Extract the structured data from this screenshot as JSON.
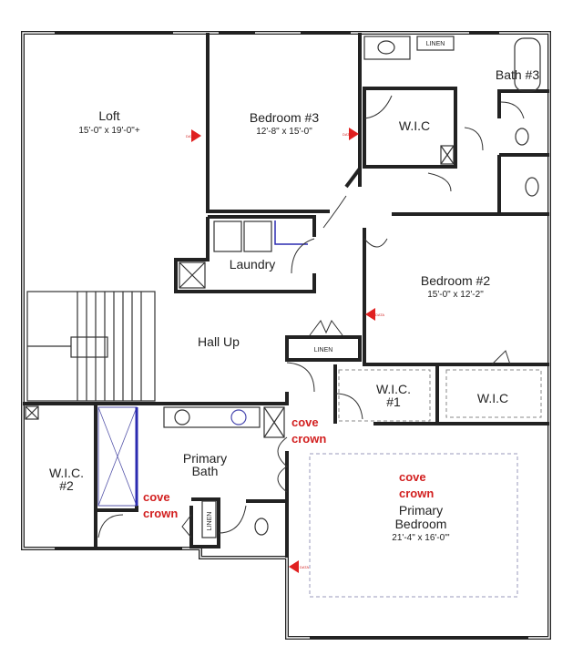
{
  "plan": {
    "rooms": {
      "loft": {
        "name": "Loft",
        "size": "15'-0\" x 19'-0\"+"
      },
      "bedroom3": {
        "name": "Bedroom #3",
        "size": "12'-8\" x 15'-0\""
      },
      "wic_bed3": {
        "name": "W.I.C"
      },
      "bath3": {
        "name": "Bath #3"
      },
      "linen_bath3": {
        "name": "LINEN"
      },
      "laundry": {
        "name": "Laundry"
      },
      "bedroom2": {
        "name": "Bedroom #2",
        "size": "15'-0\" x 12'-2\""
      },
      "hall": {
        "name": "Hall Up"
      },
      "linen_hall": {
        "name": "LINEN"
      },
      "wic1": {
        "name": "W.I.C.",
        "number": "#1"
      },
      "wic_bed2": {
        "name": "W.I.C"
      },
      "wic2": {
        "name": "W.I.C.",
        "number": "#2"
      },
      "primary_bath": {
        "name": "Primary",
        "name2": "Bath"
      },
      "linen_primary": {
        "name": "LINEN"
      },
      "primary_bedroom": {
        "name": "Primary",
        "name2": "Bedroom",
        "size": "21'-4\" x 16'-0\"'"
      }
    },
    "notes": [
      {
        "line1": "cove",
        "line2": "crown"
      },
      {
        "line1": "cove",
        "line2": "crown"
      },
      {
        "line1": "cove",
        "line2": "crown"
      }
    ],
    "data_marker_label": "DATA",
    "colors": {
      "walls": "#222222",
      "notes": "#d21f1f",
      "markers": "#e02020",
      "fixtures_blue": "#2b2bb0",
      "ceiling_dash": "#9999bb"
    }
  }
}
